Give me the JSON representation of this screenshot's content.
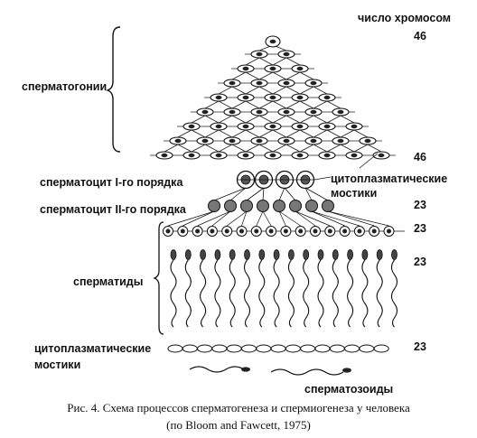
{
  "header": {
    "chromosome_count_label": "число хромосом"
  },
  "counts": [
    "46",
    "46",
    "23",
    "23",
    "23",
    "23"
  ],
  "stages": {
    "spermatogonia": "сперматогонии",
    "primary_spermatocyte": "сперматоцит I-го порядка",
    "secondary_spermatocyte": "сперматоцит II-го порядка",
    "spermatids": "сперматиды",
    "cytoplasmic_bridges_left": [
      "цитоплазматические",
      "мостики"
    ],
    "cytoplasmic_bridges_right": [
      "цитоплазматические",
      "мостики"
    ],
    "spermatozoa": "сперматозоиды"
  },
  "caption": {
    "line1": "Рис. 4. Схема процессов сперматогенеза и спермиогенеза у человека",
    "line2": "(по Bloom and Fawcett, 1975)"
  }
}
